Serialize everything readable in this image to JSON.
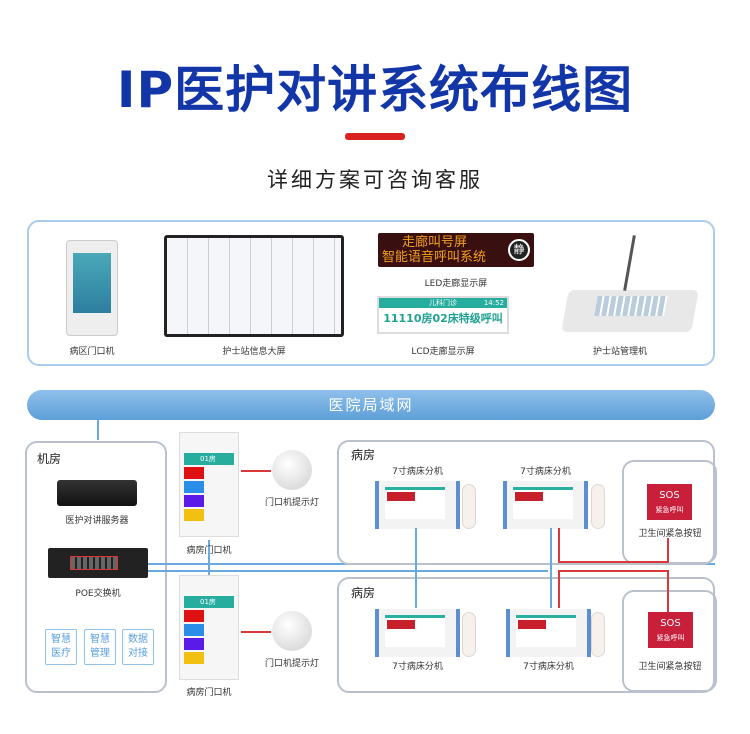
{
  "header": {
    "title": "IP医护对讲系统布线图",
    "subtitle": "详细方案可咨询客服"
  },
  "top_devices": {
    "ward_door_terminal": "病区门口机",
    "nurse_big_screen": "护士站信息大屏",
    "led_screen": {
      "label": "LED走廊显示屏",
      "line1": "走廊叫号屏",
      "line2": "智能语音呼叫系统",
      "badge": "静"
    },
    "lcd_screen": {
      "label": "LCD走廊显示屏",
      "header": "儿科门诊",
      "time": "14:52",
      "message": "11110房02床特级呼叫"
    },
    "nurse_console": "护士站管理机"
  },
  "network": {
    "lan_label": "医院局域网"
  },
  "machine_room": {
    "title": "机房",
    "server": "医护对讲服务器",
    "switch": "POE交换机",
    "tags": [
      {
        "l1": "智慧",
        "l2": "医疗"
      },
      {
        "l1": "智慧",
        "l2": "管理"
      },
      {
        "l1": "数据",
        "l2": "对接"
      }
    ]
  },
  "door_units": [
    {
      "label": "病房门口机",
      "room": "01房",
      "lamp": "门口机提示灯"
    },
    {
      "label": "病房门口机",
      "room": "01房",
      "lamp": "门口机提示灯"
    }
  ],
  "wards": [
    {
      "title": "病房",
      "beds": [
        "7寸病床分机",
        "7寸病床分机"
      ],
      "sos": {
        "label": "卫生间紧急按钮",
        "text1": "SOS",
        "text2": "紧急呼叫"
      }
    },
    {
      "title": "病房",
      "beds": [
        "7寸病床分机",
        "7寸病床分机"
      ],
      "sos": {
        "label": "卫生间紧急按钮",
        "text1": "SOS",
        "text2": "紧急呼叫"
      }
    }
  ],
  "colors": {
    "title": "#1236a8",
    "accent_red": "#d9211f",
    "lan": "#5d9fd8"
  }
}
